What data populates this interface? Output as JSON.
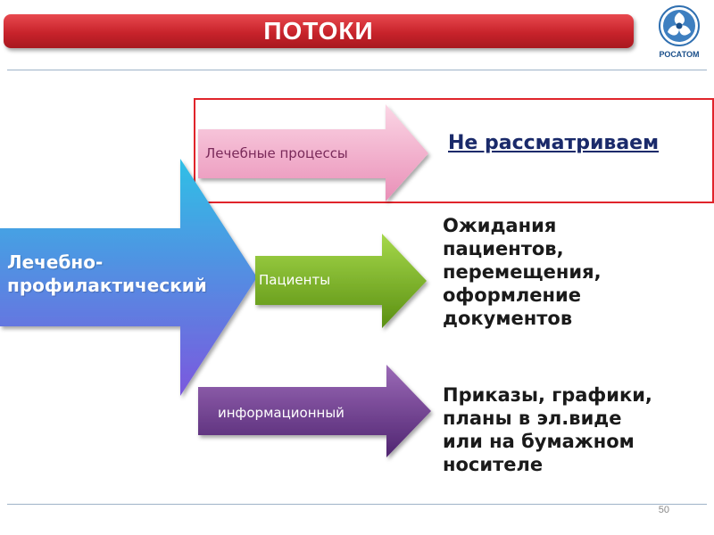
{
  "header": {
    "title": "ПОТОКИ",
    "logo_text": "РОСАТОМ"
  },
  "diagram": {
    "main_arrow": {
      "lines": [
        "Лечебно-",
        "профилактический"
      ]
    },
    "branches": [
      {
        "label": "Лечебные процессы",
        "description_lines": [
          "Не рассматриваем"
        ],
        "highlighted": true
      },
      {
        "label": "Пациенты",
        "description_lines": [
          "Ожидания",
          "пациентов,",
          "перемещения,",
          "оформление",
          "документов"
        ]
      },
      {
        "label": "информационный",
        "description_lines": [
          "Приказы, графики,",
          "планы в эл.виде",
          "или на бумажном",
          "носителе"
        ]
      }
    ]
  },
  "footer": {
    "page_number": "50"
  },
  "colors": {
    "title_bar": "#c8232b",
    "highlight_border": "#e0242b",
    "main_arrow_top": "#3bbde3",
    "main_arrow_bottom": "#7a5fe0",
    "proc_arrow": "#f0a9c6",
    "patients_arrow": "#7ab31f",
    "info_arrow": "#6a3c8a"
  }
}
